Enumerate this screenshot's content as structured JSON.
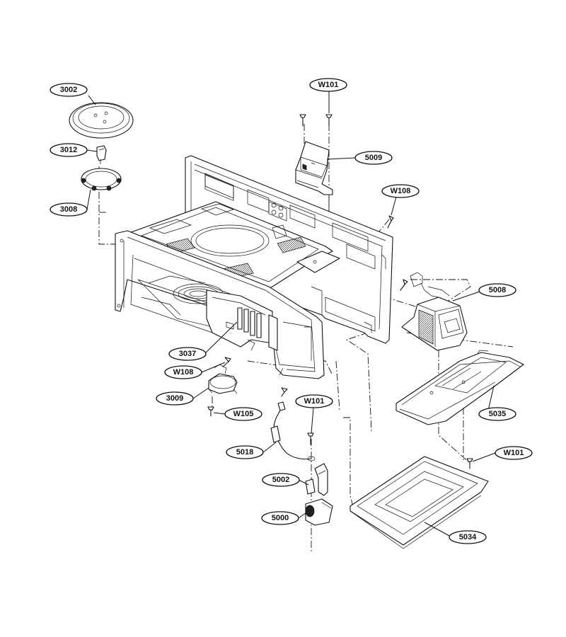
{
  "callouts": [
    {
      "id": "3002",
      "label": "3002"
    },
    {
      "id": "3012",
      "label": "3012"
    },
    {
      "id": "3008",
      "label": "3008"
    },
    {
      "id": "w101-top",
      "label": "W101"
    },
    {
      "id": "5009",
      "label": "5009"
    },
    {
      "id": "w108-right",
      "label": "W108"
    },
    {
      "id": "5008",
      "label": "5008"
    },
    {
      "id": "3037",
      "label": "3037"
    },
    {
      "id": "w108-left",
      "label": "W108"
    },
    {
      "id": "3009",
      "label": "3009"
    },
    {
      "id": "w105",
      "label": "W105"
    },
    {
      "id": "w101-mid",
      "label": "W101"
    },
    {
      "id": "5035",
      "label": "5035"
    },
    {
      "id": "5018",
      "label": "5018"
    },
    {
      "id": "w101-right",
      "label": "W101"
    },
    {
      "id": "5002",
      "label": "5002"
    },
    {
      "id": "5000",
      "label": "5000"
    },
    {
      "id": "5034",
      "label": "5034"
    }
  ]
}
